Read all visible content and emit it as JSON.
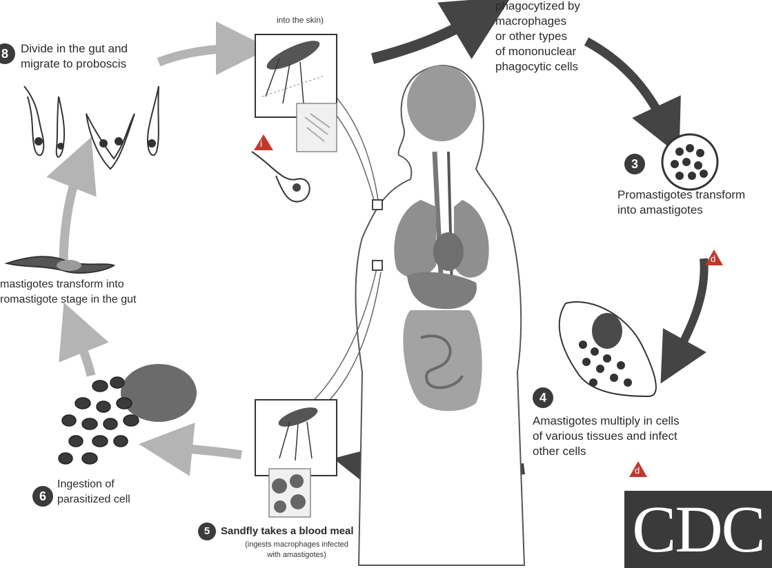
{
  "steps": {
    "step1_top": "into the skin)",
    "step2_text": [
      "phagocytized by",
      "macrophages",
      "or other types",
      "of mononuclear",
      "phagocytic cells"
    ],
    "step3_num": "3",
    "step3_text": [
      "Promastigotes transform",
      "into amastigotes"
    ],
    "step4_num": "4",
    "step4_text": [
      "Amastigotes multiply in cells",
      "of various tissues and infect",
      "other cells"
    ],
    "step5_num": "5",
    "step5_title": "Sandfly takes a blood meal",
    "step5_sub": [
      "(ingests macrophages infected",
      "with amastigotes)"
    ],
    "step6_num": "6",
    "step6_text": [
      "Ingestion of",
      "parasitized cell"
    ],
    "step7_text": [
      "mastigotes transform into",
      "romastigote stage in  the gut"
    ],
    "step8_num": "8",
    "step8_text": [
      "Divide in the gut and",
      "migrate to proboscis"
    ]
  },
  "warning_markers": {
    "infective": "i",
    "diagnostic": "d"
  },
  "logo": "CDC",
  "colors": {
    "arrow_dark": "#444444",
    "arrow_light": "#b4b4b4",
    "organ_gray": "#8f8f8f",
    "logo_bg": "#3a3a3a",
    "warning_red": "#c0392b"
  }
}
